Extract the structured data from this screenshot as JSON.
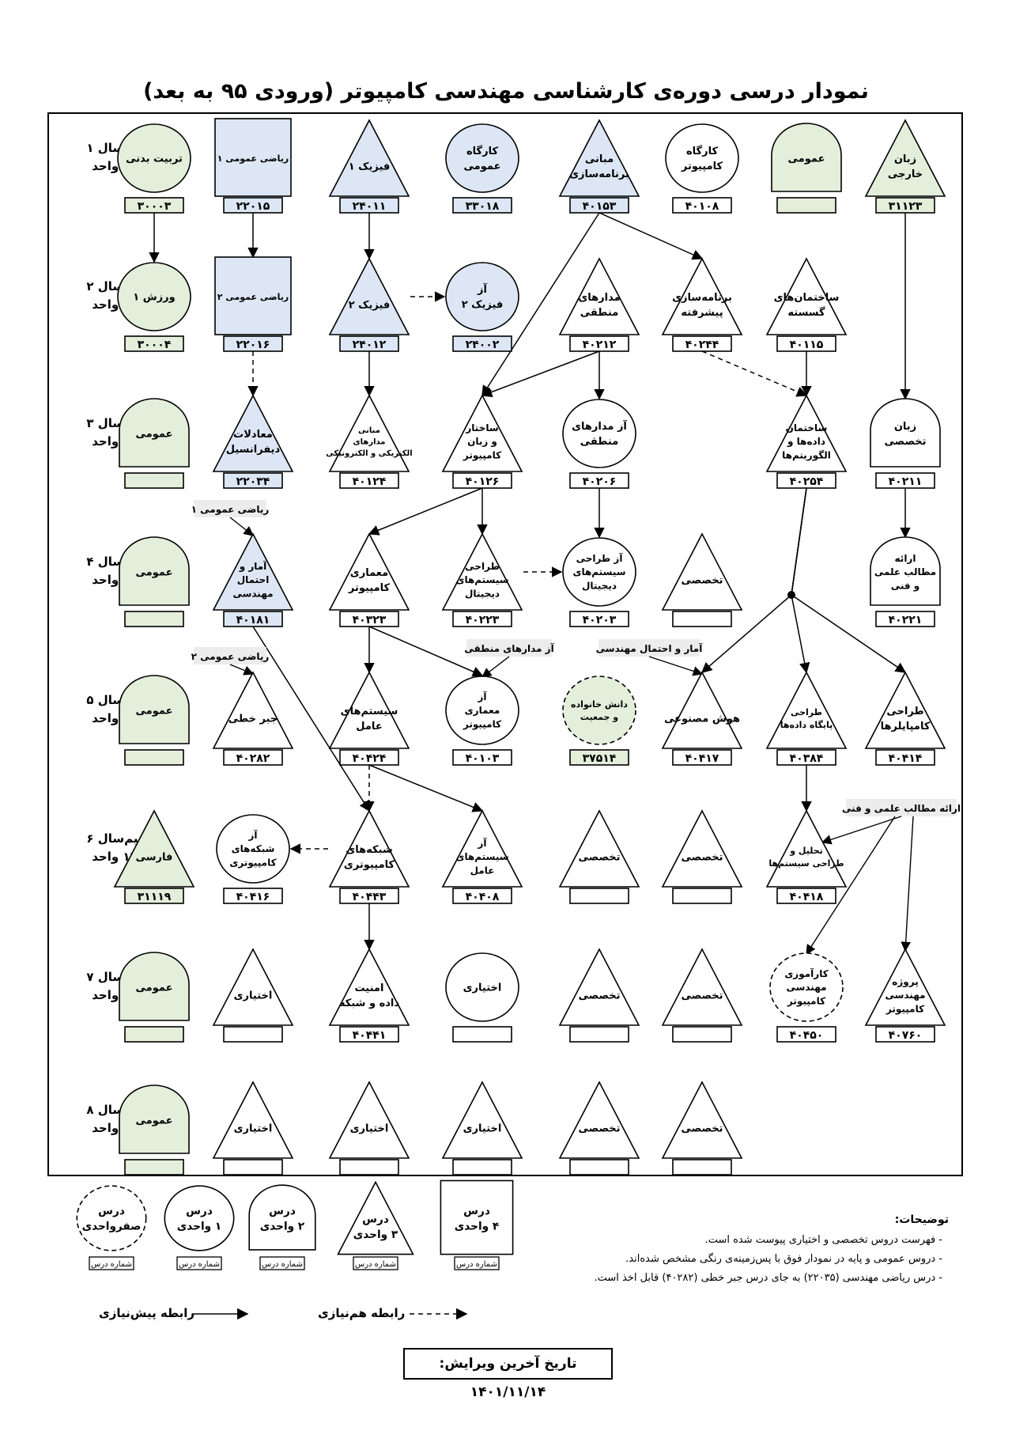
{
  "title": "نمودار درسی دوره‌ی کارشناسی مهندسی کامپیوتر (ورودی ۹۵ به بعد)",
  "colors": {
    "basic_fill": "#dce6f4",
    "general_fill": "#e3eedb",
    "callout_fill": "#ececec",
    "stroke": "#000000"
  },
  "semesters": [
    {
      "name": "نیم‌سال ۱",
      "units": "۱۸ واحد"
    },
    {
      "name": "نیم‌سال ۲",
      "units": "۱۸ واحد"
    },
    {
      "name": "نیم‌سال ۳",
      "units": "۱۷ واحد"
    },
    {
      "name": "نیم‌سال ۴",
      "units": "۱۷ واحد"
    },
    {
      "name": "نیم‌سال ۵",
      "units": "۱۸ واحد"
    },
    {
      "name": "نیم‌سال ۶",
      "units": "۱۷ واحد"
    },
    {
      "name": "نیم‌سال ۷",
      "units": "۱۸ واحد"
    },
    {
      "name": "نیم‌سال ۸",
      "units": "۱۷ واحد"
    }
  ],
  "courses": [
    {
      "id": "c1_1",
      "col": 1,
      "row": 1,
      "shape": "ellipse",
      "fill": "general",
      "label": [
        "تربیت بدنی"
      ],
      "code": "۳۰۰۰۳"
    },
    {
      "id": "c1_2",
      "col": 2,
      "row": 1,
      "shape": "square",
      "fill": "basic",
      "label": [
        "ریاضی عمومی ۱"
      ],
      "code": "۲۲۰۱۵"
    },
    {
      "id": "c1_3",
      "col": 3,
      "row": 1,
      "shape": "triangle",
      "fill": "basic",
      "label": [
        "فیزیک ۱"
      ],
      "code": "۲۴۰۱۱"
    },
    {
      "id": "c1_4",
      "col": 4,
      "row": 1,
      "shape": "ellipse",
      "fill": "basic",
      "label": [
        "کارگاه",
        "عمومی"
      ],
      "code": "۳۳۰۱۸"
    },
    {
      "id": "c1_5",
      "col": 5,
      "row": 1,
      "shape": "triangle",
      "fill": "basic",
      "label": [
        "مبانی",
        "برنامه‌سازی"
      ],
      "code": "۴۰۱۵۳"
    },
    {
      "id": "c1_6",
      "col": 6,
      "row": 1,
      "shape": "ellipse",
      "fill": "white",
      "label": [
        "کارگاه",
        "کامپیوتر"
      ],
      "code": "۴۰۱۰۸"
    },
    {
      "id": "c1_7",
      "col": 7,
      "row": 1,
      "shape": "dome",
      "fill": "general",
      "label": [
        "عمومی"
      ],
      "code": ""
    },
    {
      "id": "c1_8",
      "col": 8,
      "row": 1,
      "shape": "triangle",
      "fill": "general",
      "label": [
        "زبان",
        "خارجی"
      ],
      "code": "۳۱۱۲۳"
    },
    {
      "id": "c2_1",
      "col": 1,
      "row": 2,
      "shape": "ellipse",
      "fill": "general",
      "label": [
        "ورزش ۱"
      ],
      "code": "۳۰۰۰۴"
    },
    {
      "id": "c2_2",
      "col": 2,
      "row": 2,
      "shape": "square",
      "fill": "basic",
      "label": [
        "ریاضی عمومی ۲"
      ],
      "code": "۲۲۰۱۶"
    },
    {
      "id": "c2_3",
      "col": 3,
      "row": 2,
      "shape": "triangle",
      "fill": "basic",
      "label": [
        "فیزیک ۲"
      ],
      "code": "۲۴۰۱۲"
    },
    {
      "id": "c2_4",
      "col": 4,
      "row": 2,
      "shape": "ellipse",
      "fill": "basic",
      "label": [
        "آز",
        "فیزیک ۲"
      ],
      "code": "۲۴۰۰۲"
    },
    {
      "id": "c2_5",
      "col": 5,
      "row": 2,
      "shape": "triangle",
      "fill": "white",
      "label": [
        "مدارهای",
        "منطقی"
      ],
      "code": "۴۰۲۱۲"
    },
    {
      "id": "c2_6",
      "col": 6,
      "row": 2,
      "shape": "triangle",
      "fill": "white",
      "label": [
        "برنامه‌سازی",
        "پیشرفته"
      ],
      "code": "۴۰۲۴۴"
    },
    {
      "id": "c2_7",
      "col": 7,
      "row": 2,
      "shape": "triangle",
      "fill": "white",
      "label": [
        "ساختمان‌های",
        "گسسته"
      ],
      "code": "۴۰۱۱۵"
    },
    {
      "id": "c3_1",
      "col": 1,
      "row": 3,
      "shape": "dome",
      "fill": "general",
      "label": [
        "عمومی"
      ],
      "code": ""
    },
    {
      "id": "c3_2",
      "col": 2,
      "row": 3,
      "shape": "triangle",
      "fill": "basic",
      "label": [
        "معادلات",
        "دیفرانسیل"
      ],
      "code": "۲۲۰۳۴"
    },
    {
      "id": "c3_3",
      "col": 3,
      "row": 3,
      "shape": "triangle",
      "fill": "white",
      "label": [
        "مبانی",
        "مدارهای",
        "الکتریکی و الکترونیکی"
      ],
      "code": "۴۰۱۲۴"
    },
    {
      "id": "c3_4",
      "col": 4,
      "row": 3,
      "shape": "triangle",
      "fill": "white",
      "label": [
        "ساختار",
        "و زبان",
        "کامپیوتر"
      ],
      "code": "۴۰۱۲۶"
    },
    {
      "id": "c3_5",
      "col": 5,
      "row": 3,
      "shape": "ellipse",
      "fill": "white",
      "label": [
        "آز مدارهای",
        "منطقی"
      ],
      "code": "۴۰۲۰۶"
    },
    {
      "id": "c3_7",
      "col": 7,
      "row": 3,
      "shape": "triangle",
      "fill": "white",
      "label": [
        "ساختمان",
        "داده‌ها و",
        "الگوریتم‌ها"
      ],
      "code": "۴۰۲۵۴"
    },
    {
      "id": "c3_8",
      "col": 8,
      "row": 3,
      "shape": "dome",
      "fill": "white",
      "label": [
        "زبان",
        "تخصصی"
      ],
      "code": "۴۰۲۱۱"
    },
    {
      "id": "c4_1",
      "col": 1,
      "row": 4,
      "shape": "dome",
      "fill": "general",
      "label": [
        "عمومی"
      ],
      "code": ""
    },
    {
      "id": "c4_2",
      "col": 2,
      "row": 4,
      "shape": "triangle",
      "fill": "basic",
      "label": [
        "آمار و",
        "احتمال",
        "مهندسی"
      ],
      "code": "۴۰۱۸۱"
    },
    {
      "id": "c4_3",
      "col": 3,
      "row": 4,
      "shape": "triangle",
      "fill": "white",
      "label": [
        "معماری",
        "کامپیوتر"
      ],
      "code": "۴۰۳۲۳"
    },
    {
      "id": "c4_4",
      "col": 4,
      "row": 4,
      "shape": "triangle",
      "fill": "white",
      "label": [
        "طراحی",
        "سیستم‌های",
        "دیجیتال"
      ],
      "code": "۴۰۲۲۳"
    },
    {
      "id": "c4_5",
      "col": 5,
      "row": 4,
      "shape": "ellipse",
      "fill": "white",
      "label": [
        "آز طراحی",
        "سیستم‌های",
        "دیجیتال"
      ],
      "code": "۴۰۲۰۳"
    },
    {
      "id": "c4_6",
      "col": 6,
      "row": 4,
      "shape": "triangle",
      "fill": "white",
      "label": [
        "تخصصی"
      ],
      "code": ""
    },
    {
      "id": "c4_8",
      "col": 8,
      "row": 4,
      "shape": "dome",
      "fill": "white",
      "label": [
        "ارائه",
        "مطالب علمی",
        "و فنی"
      ],
      "code": "۴۰۲۲۱"
    },
    {
      "id": "c5_1",
      "col": 1,
      "row": 5,
      "shape": "dome",
      "fill": "general",
      "label": [
        "عمومی"
      ],
      "code": ""
    },
    {
      "id": "c5_2",
      "col": 2,
      "row": 5,
      "shape": "triangle",
      "fill": "white",
      "label": [
        "جبر خطی"
      ],
      "code": "۴۰۲۸۲"
    },
    {
      "id": "c5_3",
      "col": 3,
      "row": 5,
      "shape": "triangle",
      "fill": "white",
      "label": [
        "سیستم‌های",
        "عامل"
      ],
      "code": "۴۰۴۲۴"
    },
    {
      "id": "c5_4",
      "col": 4,
      "row": 5,
      "shape": "ellipse",
      "fill": "white",
      "label": [
        "آز",
        "معماری",
        "کامپیوتر"
      ],
      "code": "۴۰۱۰۳"
    },
    {
      "id": "c5_5",
      "col": 5,
      "row": 5,
      "shape": "dashed-ellipse",
      "fill": "general",
      "label": [
        "دانش خانواده",
        "و جمعیت"
      ],
      "code": "۳۷۵۱۴"
    },
    {
      "id": "c5_6",
      "col": 6,
      "row": 5,
      "shape": "triangle",
      "fill": "white",
      "label": [
        "هوش مصنوعی"
      ],
      "code": "۴۰۴۱۷"
    },
    {
      "id": "c5_7",
      "col": 7,
      "row": 5,
      "shape": "triangle",
      "fill": "white",
      "label": [
        "طراحی",
        "پایگاه داده‌ها"
      ],
      "code": "۴۰۳۸۴"
    },
    {
      "id": "c5_8",
      "col": 8,
      "row": 5,
      "shape": "triangle",
      "fill": "white",
      "label": [
        "طراحی",
        "کامپایلرها"
      ],
      "code": "۴۰۴۱۴"
    },
    {
      "id": "c6_1",
      "col": 1,
      "row": 6,
      "shape": "triangle",
      "fill": "general",
      "label": [
        "فارسی"
      ],
      "code": "۳۱۱۱۹"
    },
    {
      "id": "c6_2",
      "col": 2,
      "row": 6,
      "shape": "ellipse",
      "fill": "white",
      "label": [
        "آز",
        "شبکه‌های",
        "کامپیوتری"
      ],
      "code": "۴۰۴۱۶"
    },
    {
      "id": "c6_3",
      "col": 3,
      "row": 6,
      "shape": "triangle",
      "fill": "white",
      "label": [
        "شبکه‌های",
        "کامپیوتری"
      ],
      "code": "۴۰۴۴۳"
    },
    {
      "id": "c6_4",
      "col": 4,
      "row": 6,
      "shape": "triangle",
      "fill": "white",
      "label": [
        "آز",
        "سیستم‌های",
        "عامل"
      ],
      "code": "۴۰۴۰۸"
    },
    {
      "id": "c6_5",
      "col": 5,
      "row": 6,
      "shape": "triangle",
      "fill": "white",
      "label": [
        "تخصصی"
      ],
      "code": ""
    },
    {
      "id": "c6_6",
      "col": 6,
      "row": 6,
      "shape": "triangle",
      "fill": "white",
      "label": [
        "تخصصی"
      ],
      "code": ""
    },
    {
      "id": "c6_7",
      "col": 7,
      "row": 6,
      "shape": "triangle",
      "fill": "white",
      "label": [
        "تحلیل و",
        "طراحی سیستم‌ها"
      ],
      "code": "۴۰۴۱۸"
    },
    {
      "id": "c7_1",
      "col": 1,
      "row": 7,
      "shape": "dome",
      "fill": "general",
      "label": [
        "عمومی"
      ],
      "code": ""
    },
    {
      "id": "c7_2",
      "col": 2,
      "row": 7,
      "shape": "triangle",
      "fill": "white",
      "label": [
        "اختیاری"
      ],
      "code": ""
    },
    {
      "id": "c7_3",
      "col": 3,
      "row": 7,
      "shape": "triangle",
      "fill": "white",
      "label": [
        "امنیت",
        "داده و شبکه"
      ],
      "code": "۴۰۴۴۱"
    },
    {
      "id": "c7_4",
      "col": 4,
      "row": 7,
      "shape": "ellipse",
      "fill": "white",
      "label": [
        "اختیاری"
      ],
      "code": ""
    },
    {
      "id": "c7_5",
      "col": 5,
      "row": 7,
      "shape": "triangle",
      "fill": "white",
      "label": [
        "تخصصی"
      ],
      "code": ""
    },
    {
      "id": "c7_6",
      "col": 6,
      "row": 7,
      "shape": "triangle",
      "fill": "white",
      "label": [
        "تخصصی"
      ],
      "code": ""
    },
    {
      "id": "c7_7",
      "col": 7,
      "row": 7,
      "shape": "dashed-ellipse",
      "fill": "white",
      "label": [
        "کارآموزی",
        "مهندسی",
        "کامپیوتر"
      ],
      "code": "۴۰۴۵۰"
    },
    {
      "id": "c7_8",
      "col": 8,
      "row": 7,
      "shape": "triangle",
      "fill": "white",
      "label": [
        "پروژه",
        "مهندسی",
        "کامپیوتر"
      ],
      "code": "۴۰۷۶۰"
    },
    {
      "id": "c8_1",
      "col": 1,
      "row": 8,
      "shape": "dome",
      "fill": "general",
      "label": [
        "عمومی"
      ],
      "code": ""
    },
    {
      "id": "c8_2",
      "col": 2,
      "row": 8,
      "shape": "triangle",
      "fill": "white",
      "label": [
        "اختیاری"
      ],
      "code": ""
    },
    {
      "id": "c8_3",
      "col": 3,
      "row": 8,
      "shape": "triangle",
      "fill": "white",
      "label": [
        "اختیاری"
      ],
      "code": ""
    },
    {
      "id": "c8_4",
      "col": 4,
      "row": 8,
      "shape": "triangle",
      "fill": "white",
      "label": [
        "اختیاری"
      ],
      "code": ""
    },
    {
      "id": "c8_5",
      "col": 5,
      "row": 8,
      "shape": "triangle",
      "fill": "white",
      "label": [
        "تخصصی"
      ],
      "code": ""
    },
    {
      "id": "c8_6",
      "col": 6,
      "row": 8,
      "shape": "triangle",
      "fill": "white",
      "label": [
        "تخصصی"
      ],
      "code": ""
    }
  ],
  "relations": [
    {
      "from": "c1_1",
      "to": "c2_1",
      "kind": "prereq"
    },
    {
      "from": "c1_2",
      "to": "c2_2",
      "kind": "prereq"
    },
    {
      "from": "c1_3",
      "to": "c2_3",
      "kind": "prereq"
    },
    {
      "from": "c2_3",
      "to": "c2_4",
      "kind": "coreq"
    },
    {
      "from": "c1_5",
      "to": "c2_6",
      "kind": "prereq"
    },
    {
      "from": "c1_5",
      "to": "c3_4",
      "kind": "prereq"
    },
    {
      "from": "c1_8",
      "to": "c3_8",
      "kind": "prereq"
    },
    {
      "from": "c2_2",
      "to": "c3_2",
      "kind": "coreq"
    },
    {
      "from": "c2_3",
      "to": "c3_3",
      "kind": "prereq"
    },
    {
      "from": "c2_5",
      "to": "c3_4",
      "kind": "prereq"
    },
    {
      "from": "c2_5",
      "to": "c3_5",
      "kind": "prereq"
    },
    {
      "from": "c2_6",
      "to": "c3_7",
      "kind": "coreq"
    },
    {
      "from": "c2_7",
      "to": "c3_7",
      "kind": "prereq"
    },
    {
      "from": "c3_4",
      "to": "c4_3",
      "kind": "prereq"
    },
    {
      "from": "c3_4",
      "to": "c4_4",
      "kind": "prereq"
    },
    {
      "from": "c4_4",
      "to": "c4_5",
      "kind": "coreq"
    },
    {
      "from": "c3_5",
      "to": "c4_5",
      "kind": "prereq"
    },
    {
      "from": "c3_8",
      "to": "c4_8",
      "kind": "prereq"
    },
    {
      "from": "c3_7",
      "to": "c5_6",
      "kind": "prereq"
    },
    {
      "from": "c3_7",
      "to": "c5_7",
      "kind": "prereq"
    },
    {
      "from": "c3_7",
      "to": "c5_8",
      "kind": "prereq"
    },
    {
      "from": "c4_3",
      "to": "c5_3",
      "kind": "prereq"
    },
    {
      "from": "c4_3",
      "to": "c5_4",
      "kind": "prereq"
    },
    {
      "from": "c4_2",
      "to": "c6_3",
      "kind": "prereq"
    },
    {
      "from": "c5_3",
      "to": "c6_3",
      "kind": "coreq"
    },
    {
      "from": "c5_3",
      "to": "c6_4",
      "kind": "prereq"
    },
    {
      "from": "c6_3",
      "to": "c6_2",
      "kind": "coreq"
    },
    {
      "from": "c5_7",
      "to": "c6_7",
      "kind": "prereq"
    },
    {
      "from": "c6_3",
      "to": "c7_3",
      "kind": "prereq"
    }
  ],
  "callouts": [
    {
      "text": "ریاضی عمومی ۱",
      "target": "c4_2"
    },
    {
      "text": "ریاضی عمومی ۲",
      "target": "c5_2"
    },
    {
      "text": "آز مدارهای منطقی",
      "target": "c5_4"
    },
    {
      "text": "آمار و احتمال مهندسی",
      "target": "c5_6"
    },
    {
      "text": "ارائه مطالب علمی و فنی",
      "targets": [
        "c6_7",
        "c7_7",
        "c7_8"
      ]
    }
  ],
  "legend": {
    "shapes": [
      {
        "shape": "square",
        "label": [
          "درس",
          "۴ واحدی"
        ]
      },
      {
        "shape": "triangle",
        "label": [
          "درس",
          "۳ واحدی"
        ]
      },
      {
        "shape": "dome",
        "label": [
          "درس",
          "۲ واحدی"
        ]
      },
      {
        "shape": "ellipse",
        "label": [
          "درس",
          "۱ واحدی"
        ]
      },
      {
        "shape": "dashed-ellipse",
        "label": [
          "درس",
          "صفرواحدی"
        ]
      }
    ],
    "code_caption": "شماره درس",
    "prereq_label": "رابطه پیش‌نیازی",
    "coreq_label": "رابطه هم‌نیازی"
  },
  "notes": {
    "title": "توضیحات:",
    "items": [
      "فهرست دروس تخصصی و اختیاری پیوست شده است.",
      "دروس عمومی و پایه در نمودار فوق با پس‌زمینه‌ی رنگی مشخص شده‌اند.",
      "درس ریاضی مهندسی (۲۲۰۳۵) به جای درس جبر خطی (۴۰۲۸۲) قابل اخذ است."
    ]
  },
  "last_edit": "تاریخ آخرین ویرایش: ۱۴۰۱/۱۱/۱۴"
}
